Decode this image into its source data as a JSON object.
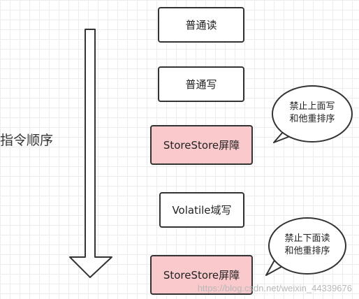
{
  "axis": {
    "label": "指令顺序"
  },
  "steps": [
    {
      "label": "普通读",
      "barrier": false
    },
    {
      "label": "普通写",
      "barrier": false
    },
    {
      "label": "StoreStore屏障",
      "barrier": true
    },
    {
      "label": "Volatile域写",
      "barrier": false
    },
    {
      "label": "StoreStore屏障",
      "barrier": true
    }
  ],
  "bubbles": [
    {
      "line1": "禁止上面写",
      "line2": "和他重排序"
    },
    {
      "line1": "禁止下面读",
      "line2": "和他重排序"
    }
  ],
  "watermark": "https://blog.csdn.net/weixin_44339676",
  "colors": {
    "barrier_fill": "#f9c9cc",
    "box_border": "#333333"
  }
}
